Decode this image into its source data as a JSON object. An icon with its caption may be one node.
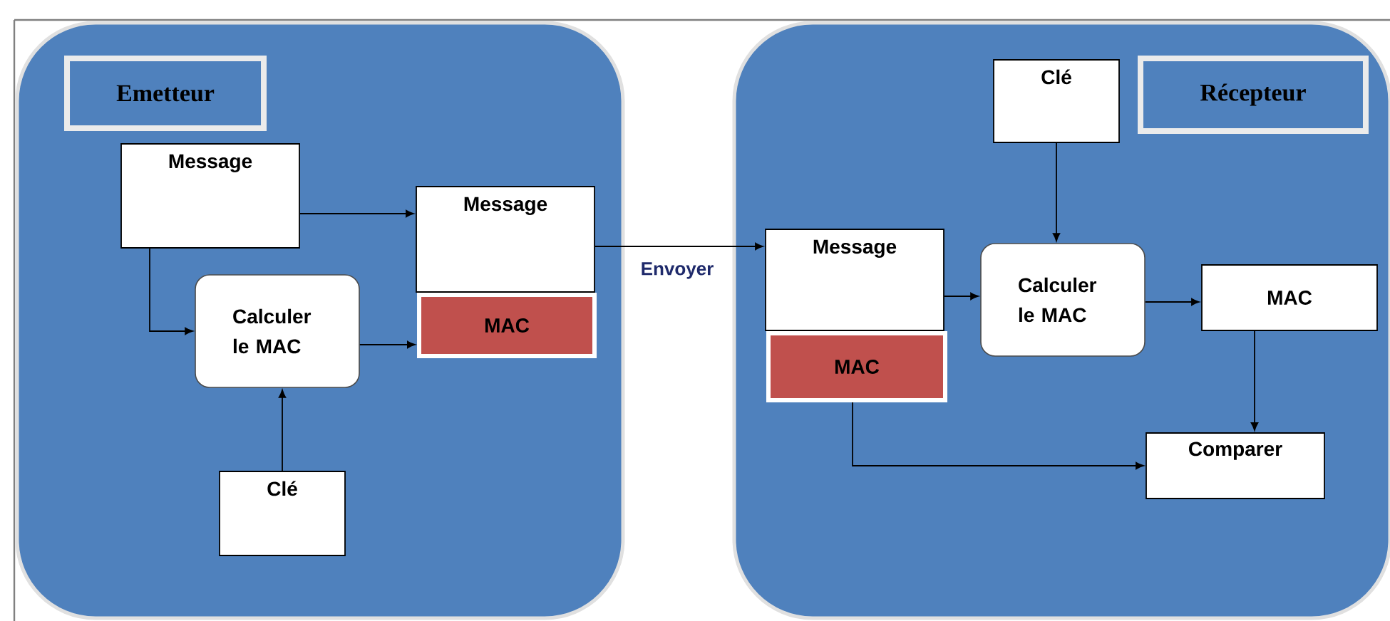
{
  "diagram": {
    "nodes": [
      {
        "text": [
          "Emetteur"
        ]
      },
      {
        "text": [
          "Message"
        ],
        "in": 0
      },
      {
        "text": [
          "Calculer le MAC"
        ],
        "in": 0
      },
      {
        "text": [
          "Clé"
        ],
        "in": 0
      },
      {
        "text": [
          "Message"
        ],
        "in": 0
      },
      {
        "text": [
          "MAC"
        ],
        "in": 0
      },
      {
        "text": [
          "Récepteur"
        ]
      },
      {
        "text": [
          "Clé"
        ],
        "in": 6
      },
      {
        "text": [
          "Message"
        ],
        "in": 6
      },
      {
        "text": [
          "MAC"
        ],
        "in": 6
      },
      {
        "text": [
          "Calculer le MAC"
        ],
        "in": 6
      },
      {
        "text": [
          "MAC"
        ],
        "in": 6
      },
      {
        "text": [
          "Comparer"
        ],
        "in": 6
      }
    ],
    "edges": [
      {
        "from": 1,
        "to": 4,
        "arrow": "to"
      },
      {
        "from": 1,
        "to": 2,
        "arrow": "to"
      },
      {
        "from": 3,
        "to": 2,
        "arrow": "to"
      },
      {
        "from": 2,
        "to": 5,
        "arrow": "to"
      },
      {
        "from": 4,
        "to": 8,
        "arrow": "to",
        "label": "Envoyer"
      },
      {
        "from": 7,
        "to": 10,
        "arrow": "to"
      },
      {
        "from": 8,
        "to": 10,
        "arrow": "to"
      },
      {
        "from": 10,
        "to": 11,
        "arrow": "to"
      },
      {
        "from": 11,
        "to": 12,
        "arrow": "to"
      },
      {
        "from": 9,
        "to": 12,
        "arrow": "to"
      }
    ]
  }
}
